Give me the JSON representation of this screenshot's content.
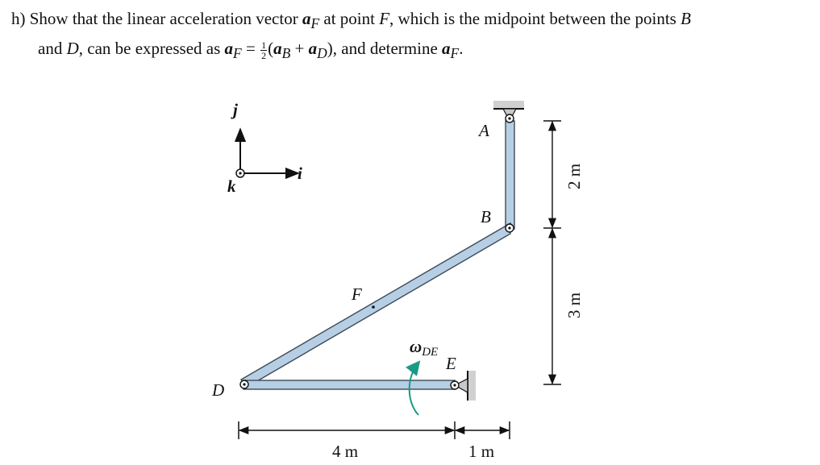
{
  "problem": {
    "label": "h)",
    "t1": "Show that the linear acceleration vector",
    "vec_a": "a",
    "sub_F": "F",
    "t2": "at point",
    "point_F": "F",
    "t3": ", which is the midpoint between the points",
    "point_B": "B",
    "t4": "and",
    "point_D": "D",
    "t5": ", can be expressed as",
    "eq": "=",
    "frac_num": "1",
    "frac_den": "2",
    "paren_open": "(",
    "sub_B": "B",
    "plus": "+",
    "sub_D": "D",
    "paren_close": ")",
    "t6": ", and determine",
    "end": "."
  },
  "figure": {
    "axis_j": "j",
    "axis_i": "i",
    "axis_k": "k",
    "label_A": "A",
    "label_B": "B",
    "label_D": "D",
    "label_E": "E",
    "label_F": "F",
    "omega": "ω",
    "omega_sub": "DE",
    "dim_4m": "4 m",
    "dim_1m": "1 m",
    "dim_2m": "2 m",
    "dim_3m": "3 m"
  },
  "colors": {
    "member_fill": "#b7cfe4",
    "member_stroke": "#3c4a57",
    "omega_arrow": "#1a9a86",
    "support": "#d0d0d0"
  }
}
